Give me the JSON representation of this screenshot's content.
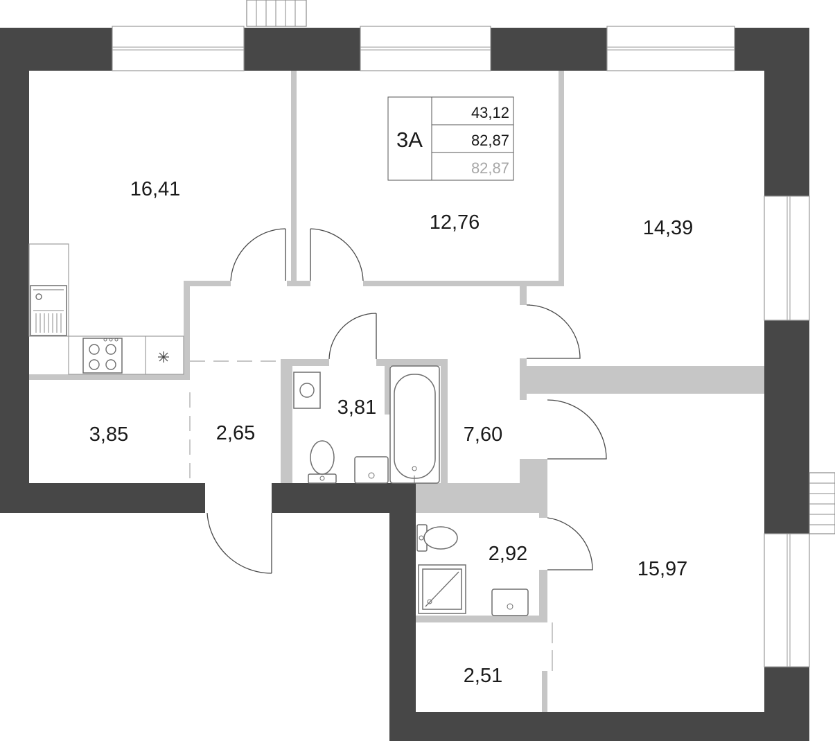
{
  "apartment": {
    "code": "3А",
    "living_area": "43,12",
    "total_area": "82,87",
    "total_area_alt": "82,87"
  },
  "rooms": {
    "kitchen_living": "16,41",
    "bedroom_center": "12,76",
    "bedroom_right": "14,39",
    "storage_left": "3,85",
    "entrance_hall": "2,65",
    "bathroom": "3,81",
    "corridor": "7,60",
    "wc_shower": "2,92",
    "bedroom_bottom": "15,97",
    "wardrobe": "2,51"
  }
}
